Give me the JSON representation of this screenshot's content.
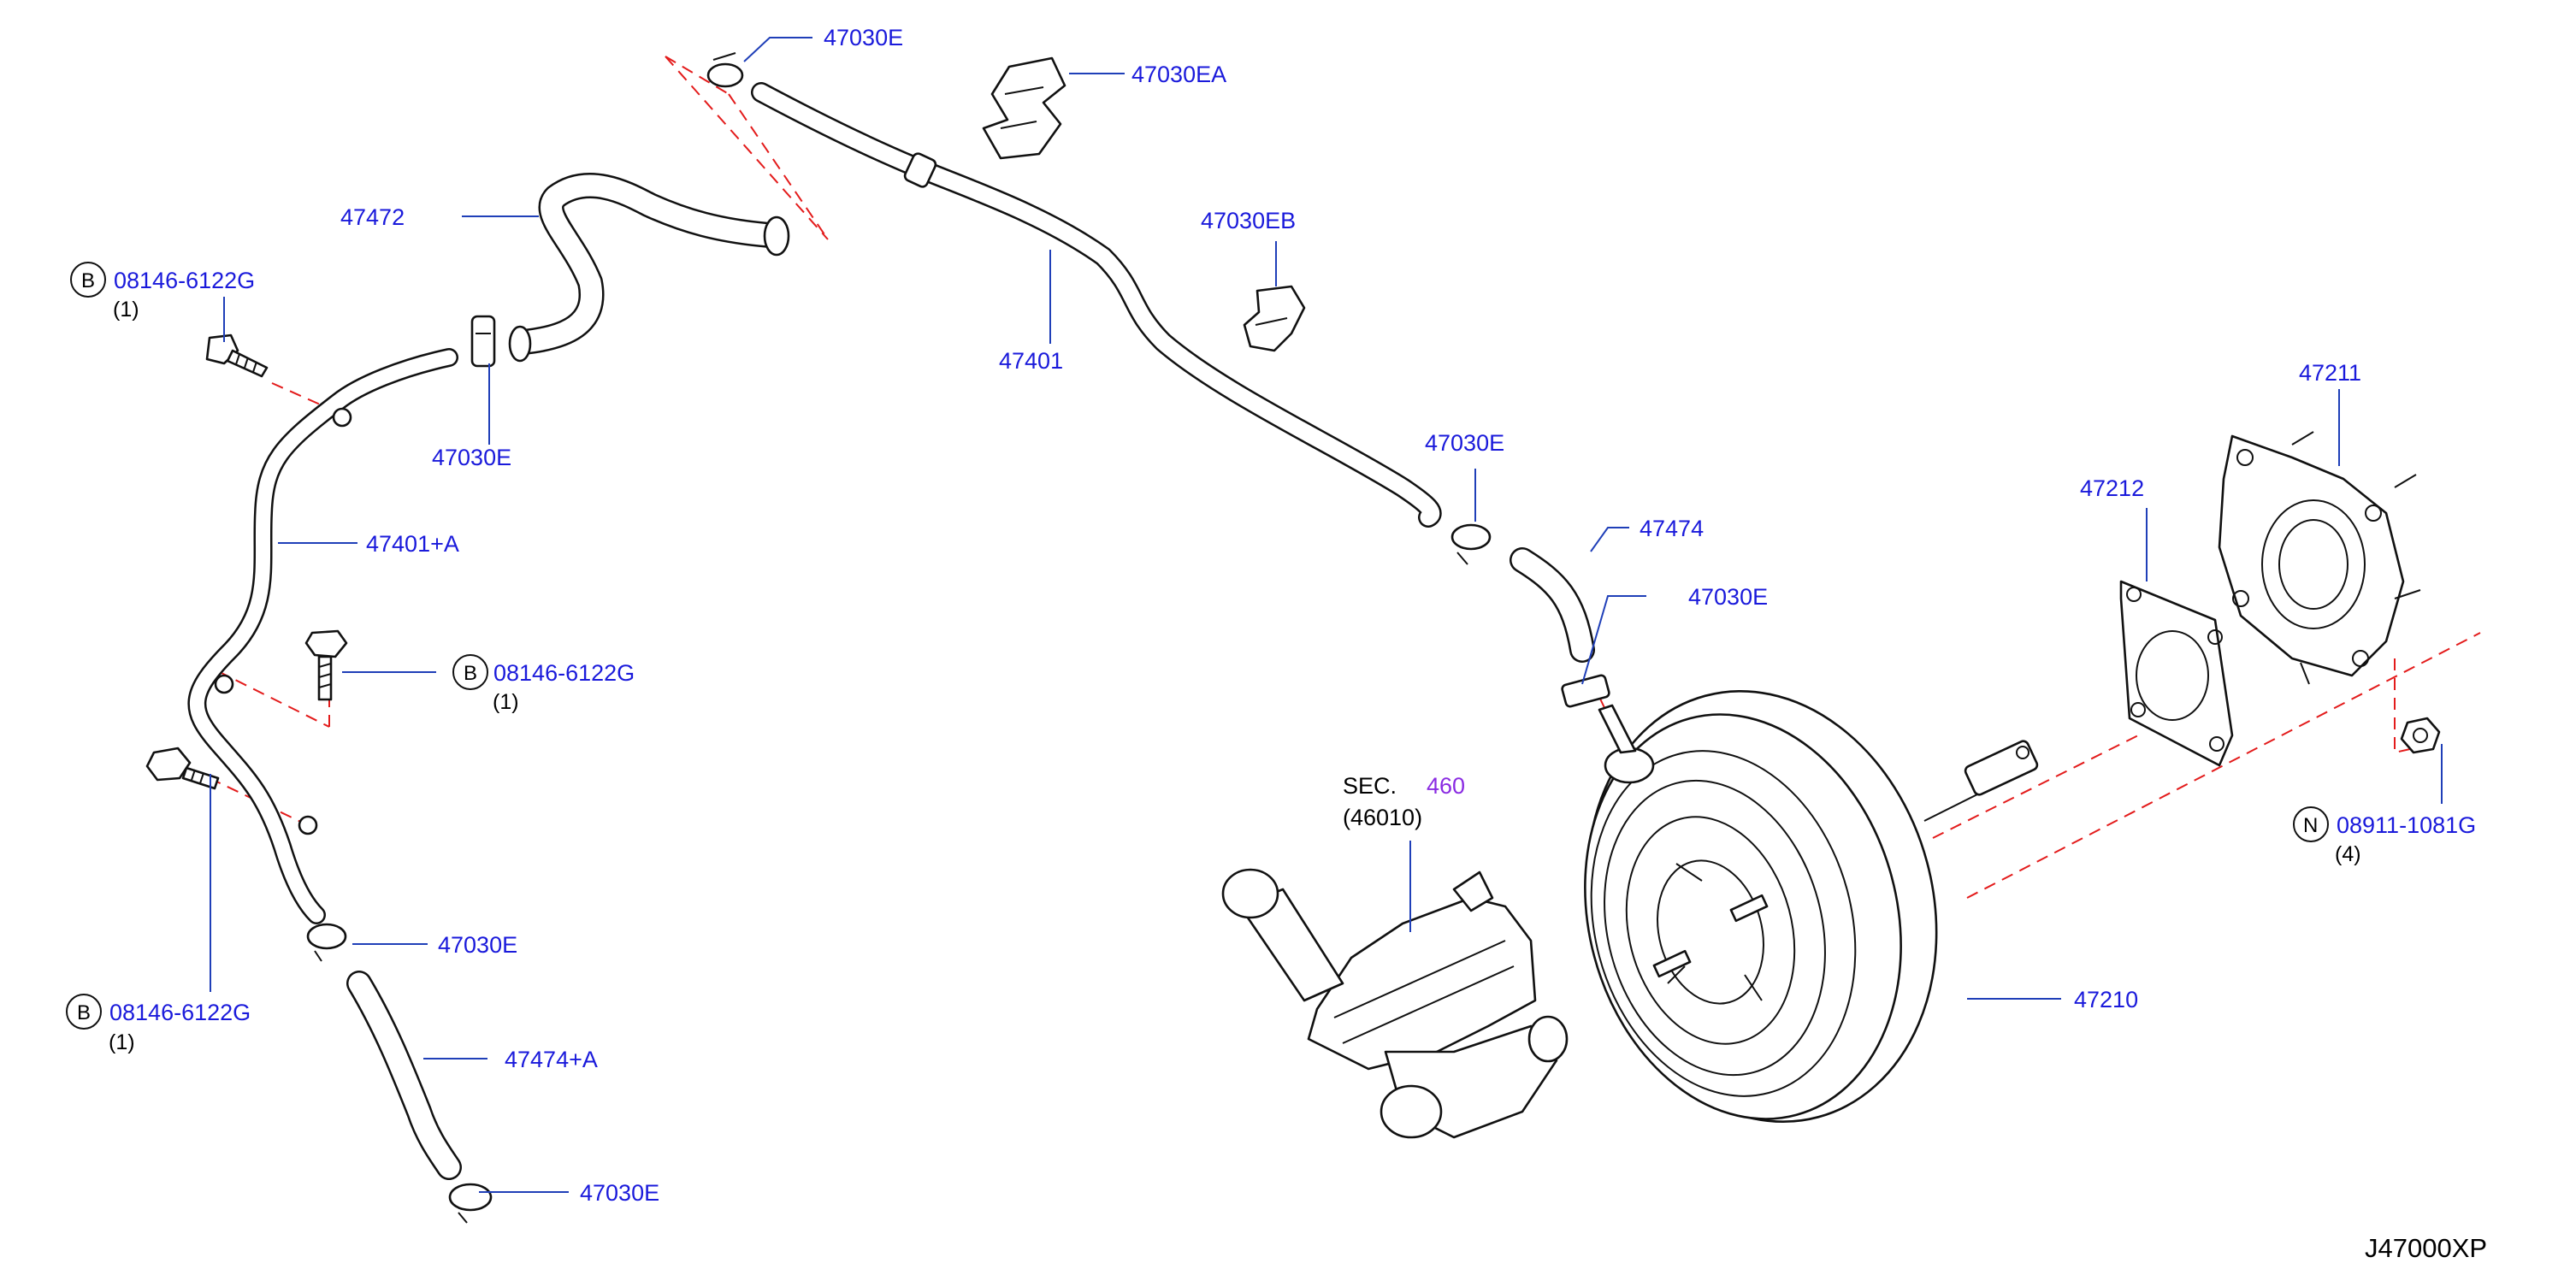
{
  "colors": {
    "label": "#1a1adb",
    "ref": "#8a2be2",
    "leader": "#1f3fb8",
    "dash": "#e31b1b",
    "line": "#111111"
  },
  "labels": {
    "p47030e_a": "47030E",
    "p47030ea": "47030EA",
    "p47472": "47472",
    "p47030eb": "47030EB",
    "p47401": "47401",
    "p47030e_b": "47030E",
    "p47401a": "47401+A",
    "p47030e_c": "47030E",
    "p47474": "47474",
    "p47030e_d": "47030E",
    "p47211": "47211",
    "p47212": "47212",
    "p47030e_e": "47030E",
    "p47474a": "47474+A",
    "p47030e_f": "47030E",
    "p47210": "47210"
  },
  "bolts": [
    {
      "letter": "B",
      "code": "08146-6122G",
      "qty": "(1)"
    },
    {
      "letter": "B",
      "code": "08146-6122G",
      "qty": "(1)"
    },
    {
      "letter": "B",
      "code": "08146-6122G",
      "qty": "(1)"
    },
    {
      "letter": "N",
      "code": "08911-1081G",
      "qty": "(4)"
    }
  ],
  "sec": {
    "prefix": "SEC.",
    "number": "460",
    "sub": "(46010)"
  },
  "diagram_code": "J47000XP"
}
